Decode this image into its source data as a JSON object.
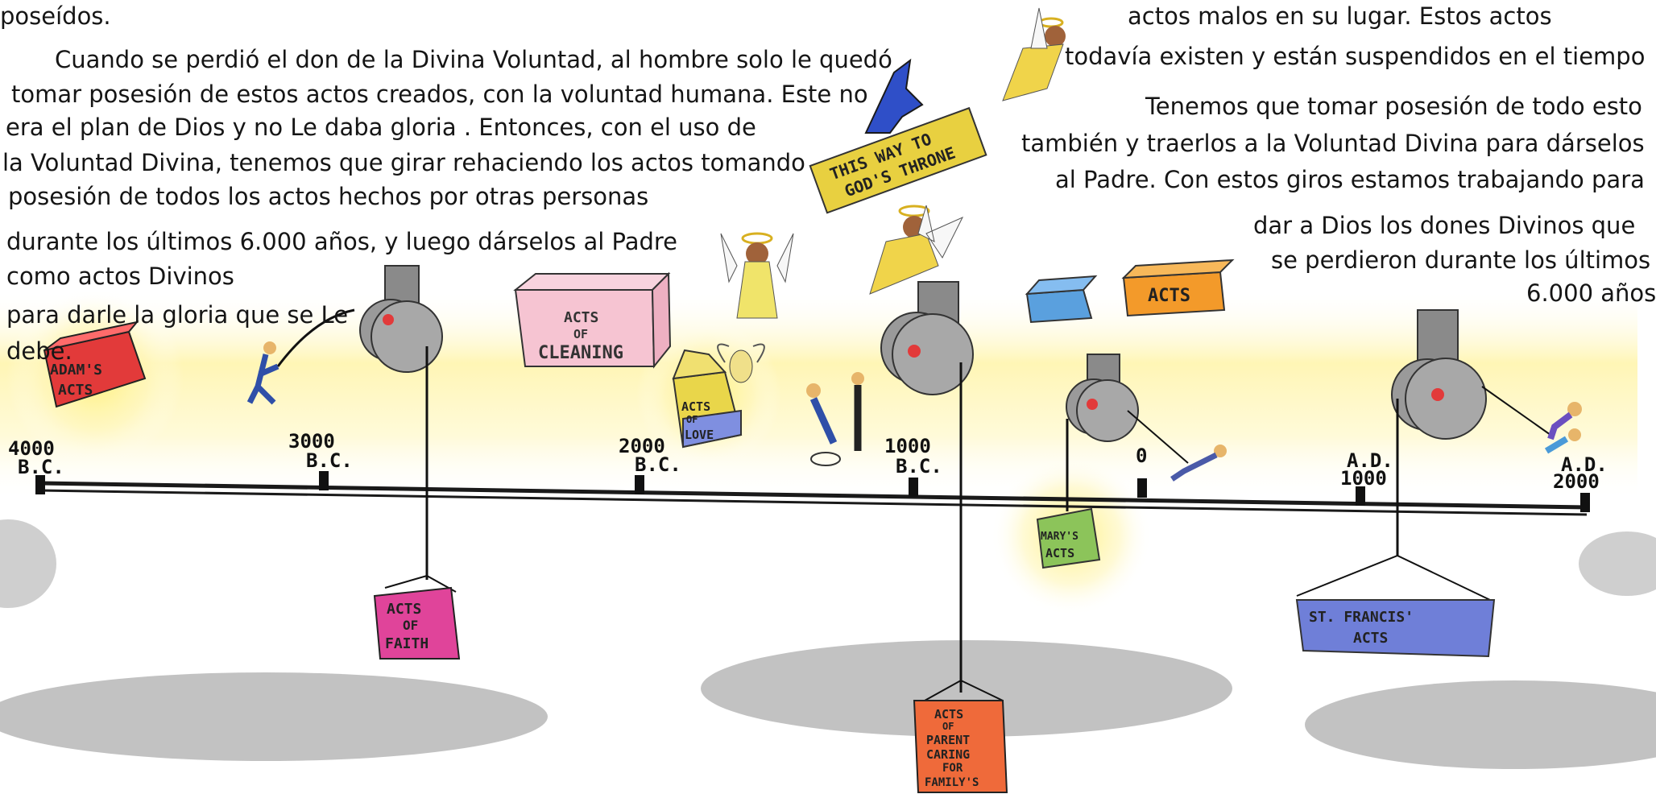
{
  "left_text": {
    "top_line": "poseídos.",
    "lines": [
      "Cuando se perdió el don de la Divina Voluntad, al hombre solo le quedó",
      "tomar posesión de estos actos creados, con la voluntad humana. Este no",
      "era el plan de Dios y no Le daba  gloria . Entonces, con el uso de",
      "la Voluntad Divina, tenemos que girar rehaciendo los actos tomando",
      "posesión de todos los actos hechos por otras personas",
      "durante los últimos 6.000 años, y luego dárselos al Padre",
      "como actos Divinos",
      "para darle la gloria que se Le",
      "debe."
    ]
  },
  "right_text": {
    "top_lines": [
      "actos malos en su lugar. Estos actos",
      "todavía existen y están suspendidos en el tiempo"
    ],
    "lines": [
      "Tenemos que tomar posesión de todo esto",
      "también y traerlos a la Voluntad Divina para dárselos",
      "al Padre. Con estos giros estamos trabajando para",
      "dar a Dios los dones Divinos que",
      "se perdieron durante los últimos",
      "6.000 años"
    ]
  },
  "timeline": {
    "ticks": [
      {
        "line1": "4000",
        "line2": "B.C."
      },
      {
        "line1": "3000",
        "line2": "B.C."
      },
      {
        "line1": "2000",
        "line2": "B.C."
      },
      {
        "line1": "1000",
        "line2": "B.C."
      },
      {
        "line1": "0",
        "line2": ""
      },
      {
        "line1": "A.D.",
        "line2": "1000"
      },
      {
        "line1": "A.D.",
        "line2": "2000"
      }
    ]
  },
  "boxes": {
    "adams": [
      "ADAM'S",
      "ACTS"
    ],
    "cleaning": [
      "ACTS",
      "OF",
      "CLEANING"
    ],
    "love": [
      "ACTS",
      "OF",
      "LOVE"
    ],
    "faith": [
      "ACTS",
      "OF",
      "FAITH"
    ],
    "acts": [
      "ACTS"
    ],
    "marys": [
      "MARY'S",
      "ACTS"
    ],
    "francis": [
      "ST. FRANCIS'",
      "ACTS"
    ],
    "parent": [
      "ACTS",
      "OF",
      "PARENT",
      "CARING",
      "FOR",
      "FAMILY'S"
    ]
  },
  "banner": {
    "line1": "THIS WAY TO",
    "line2": "GOD'S THRONE"
  },
  "colors": {
    "glow": "#fff3a6",
    "adams_box": "#e23a3a",
    "cleaning_box": "#f6c4d2",
    "love_box": "#e9d64a",
    "faith_box": "#e0449a",
    "blue_box": "#5aa0de",
    "acts_box": "#f39a2a",
    "marys_box": "#8cc45a",
    "francis_box": "#6f7fd8",
    "parent_box": "#ef6a3a",
    "pulley": "#9a9a9a",
    "timeline": "#1a1a1a",
    "cloud": "#8a8a8a"
  }
}
